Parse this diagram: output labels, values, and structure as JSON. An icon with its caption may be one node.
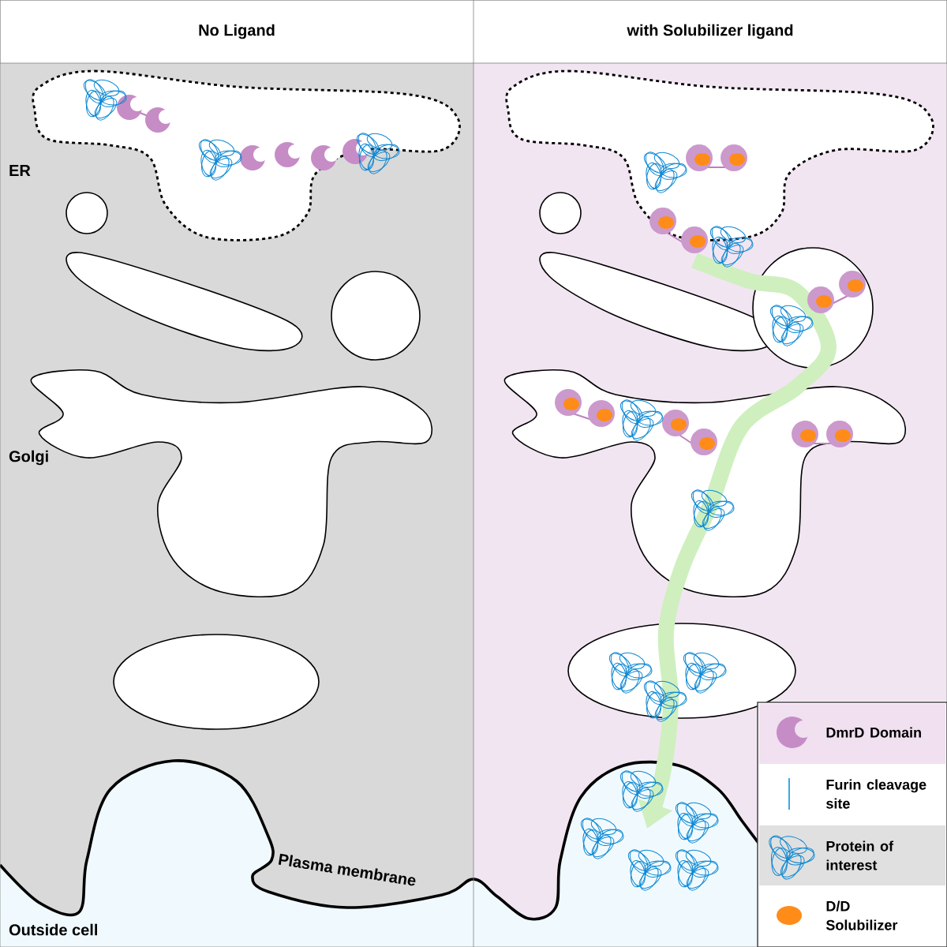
{
  "diagram": {
    "labels": [
      "No Ligand",
      "with Solubilizer ligand",
      "ER",
      "Golgi",
      "Plasma membrane",
      "Outside cell"
    ],
    "legend": [
      {
        "text": "DmrD Domain"
      },
      {
        "text": "Furin cleavage site"
      },
      {
        "text": "Protein of interest"
      },
      {
        "text": "D/D Solubilizer"
      }
    ]
  }
}
